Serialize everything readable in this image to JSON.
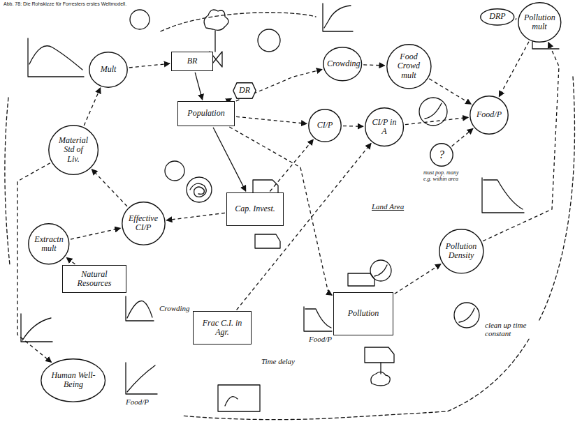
{
  "diagram": {
    "title": "Abb. 78: Die Rohskizze für Forresters erstes Weltmodell.",
    "nodes": [
      {
        "text": [
          "Mult"
        ]
      },
      {
        "text": [
          "BR"
        ]
      },
      {
        "text": [
          "DR"
        ]
      },
      {
        "text": [
          "Population"
        ]
      },
      {
        "text": [
          "Crowding"
        ]
      },
      {
        "text": [
          "Food Crowd mult"
        ]
      },
      {
        "text": [
          "DRP"
        ]
      },
      {
        "text": [
          "Pollution mult"
        ]
      },
      {
        "text": [
          "CI/P"
        ]
      },
      {
        "text": [
          "CI/P in A"
        ]
      },
      {
        "text": [
          "Food/P"
        ]
      },
      {
        "text": [
          "?"
        ]
      },
      {
        "text": [
          "Material Std of Liv."
        ]
      },
      {
        "text": [
          "Effective CI/P"
        ]
      },
      {
        "text": [
          "Cap. Invest."
        ]
      },
      {
        "text": [
          "Pollution Density"
        ]
      },
      {
        "text": [
          "Extractn mult"
        ]
      },
      {
        "text": [
          "Natural Resources"
        ]
      },
      {
        "text": [
          "Frac C.I. in Agr."
        ]
      },
      {
        "text": [
          "Pollution"
        ]
      },
      {
        "text": [
          "Human Well-Being"
        ]
      }
    ],
    "edges": [
      {
        "from": 0,
        "to": 1,
        "arrow": "to"
      },
      {
        "from": 1,
        "to": 3,
        "arrow": "to"
      },
      {
        "from": 3,
        "to": 2,
        "arrow": "to"
      },
      {
        "from": 3,
        "to": 4,
        "arrow": "to"
      },
      {
        "from": 4,
        "to": 5,
        "arrow": "to"
      },
      {
        "from": 5,
        "to": 10,
        "arrow": "to"
      },
      {
        "from": 7,
        "to": 6,
        "arrow": "none"
      },
      {
        "from": 7,
        "to": 10,
        "arrow": "to"
      },
      {
        "from": 3,
        "to": 8,
        "arrow": "to"
      },
      {
        "from": 8,
        "to": 9,
        "arrow": "to"
      },
      {
        "from": 9,
        "to": 10,
        "arrow": "to"
      },
      {
        "from": 11,
        "to": 10,
        "arrow": "to"
      },
      {
        "from": 14,
        "to": 8,
        "arrow": "to"
      },
      {
        "from": 14,
        "to": 13,
        "arrow": "to"
      },
      {
        "from": 3,
        "to": 14,
        "arrow": "to"
      },
      {
        "from": 13,
        "to": 12,
        "arrow": "to"
      },
      {
        "from": 12,
        "to": 0,
        "arrow": "to"
      },
      {
        "from": 17,
        "to": 16,
        "arrow": "to"
      },
      {
        "from": 16,
        "to": 13,
        "arrow": "to"
      },
      {
        "from": 18,
        "to": 9,
        "arrow": "to"
      },
      {
        "from": 19,
        "to": 15,
        "arrow": "to"
      },
      {
        "from": 15,
        "to": 7,
        "arrow": "to"
      },
      {
        "from": 3,
        "to": 19,
        "arrow": "to"
      },
      {
        "from": 12,
        "to": 20,
        "arrow": "to"
      }
    ],
    "labels": [
      "Land Area",
      "must pop. many e.g. within area",
      "Time delay",
      "Food/P",
      "clean up time constant",
      "Crowding",
      "Food/P"
    ]
  }
}
